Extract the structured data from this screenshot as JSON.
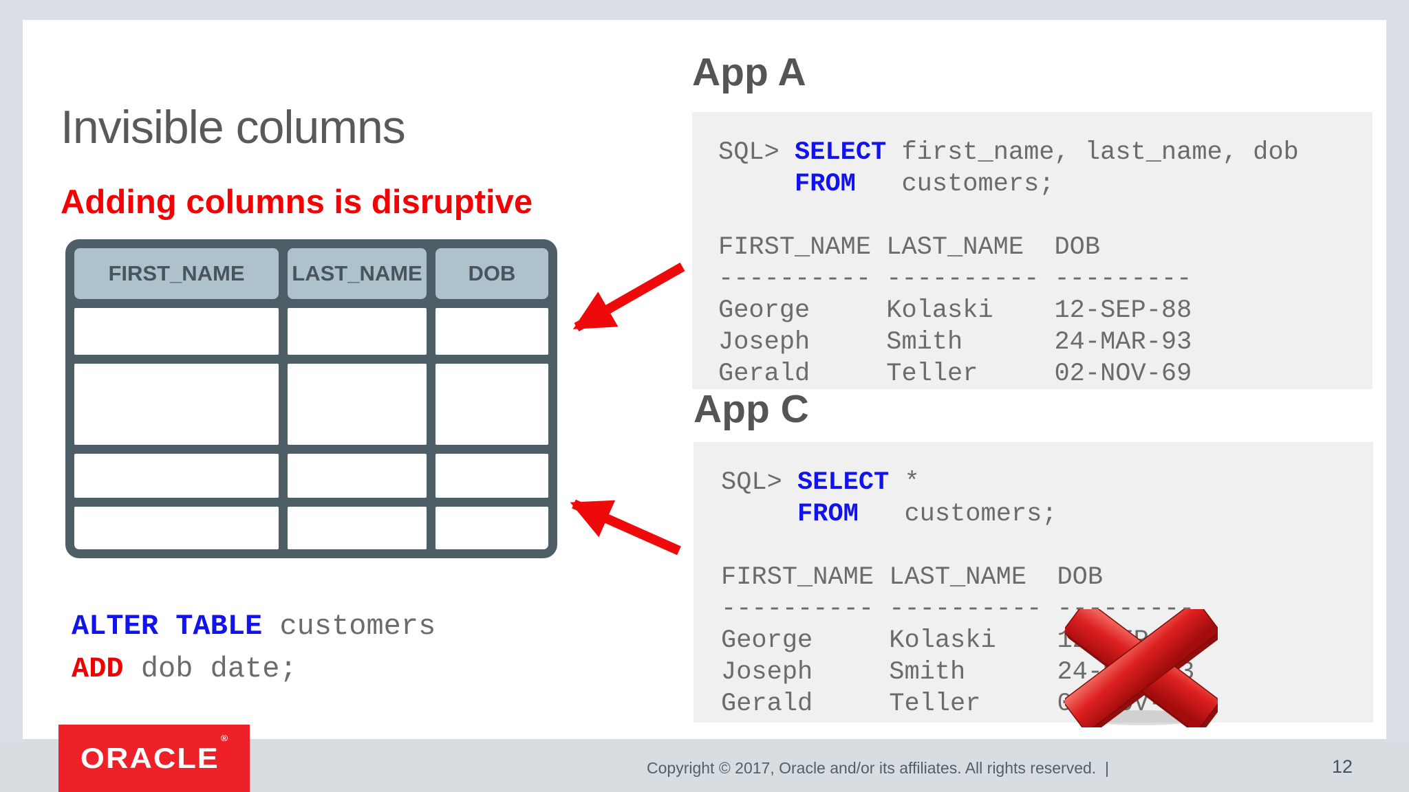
{
  "slide": {
    "title": "Invisible columns",
    "subtitle": "Adding columns is disruptive",
    "footer_copyright": "Copyright © 2017, Oracle and/or its affiliates. All rights reserved.  |",
    "page_number": "12",
    "logo_text": "ORACLE",
    "logo_registered": "®"
  },
  "diagram_table": {
    "columns": [
      "FIRST_NAME",
      "LAST_NAME",
      "DOB"
    ],
    "empty_rows": 4
  },
  "alter": {
    "code": [
      [
        [
          "kw",
          "ALTER TABLE"
        ],
        [
          "p",
          " customers"
        ]
      ],
      [
        [
          "kwr",
          "ADD"
        ],
        [
          "p",
          " dob date;"
        ]
      ]
    ]
  },
  "app_a": {
    "label": "App A",
    "code": [
      [
        [
          "p",
          "SQL> "
        ],
        [
          "kw",
          "SELECT"
        ],
        [
          "p",
          " first_name, last_name, dob"
        ]
      ],
      [
        [
          "p",
          "     "
        ],
        [
          "kw",
          "FROM"
        ],
        [
          "p",
          "   customers;"
        ]
      ],
      [
        [
          "p",
          ""
        ]
      ],
      [
        [
          "p",
          "FIRST_NAME LAST_NAME  DOB"
        ]
      ],
      [
        [
          "p",
          "---------- ---------- ---------"
        ]
      ],
      [
        [
          "p",
          "George     Kolaski    12-SEP-88"
        ]
      ],
      [
        [
          "p",
          "Joseph     Smith      24-MAR-93"
        ]
      ],
      [
        [
          "p",
          "Gerald     Teller     02-NOV-69"
        ]
      ]
    ]
  },
  "app_c": {
    "label": "App C",
    "code": [
      [
        [
          "p",
          "SQL> "
        ],
        [
          "kw",
          "SELECT"
        ],
        [
          "p",
          " *"
        ]
      ],
      [
        [
          "p",
          "     "
        ],
        [
          "kw",
          "FROM"
        ],
        [
          "p",
          "   customers;"
        ]
      ],
      [
        [
          "p",
          ""
        ]
      ],
      [
        [
          "p",
          "FIRST_NAME LAST_NAME  DOB"
        ]
      ],
      [
        [
          "p",
          "---------- ---------- ---------"
        ]
      ],
      [
        [
          "p",
          "George     Kolaski    12-SEP-88"
        ]
      ],
      [
        [
          "p",
          "Joseph     Smith      24-MAR-93"
        ]
      ],
      [
        [
          "p",
          "Gerald     Teller     02-NOV-69"
        ]
      ]
    ]
  },
  "icons": {
    "red_x": "rejected-x-icon",
    "arrow_upper": "red-arrow-to-table-icon",
    "arrow_lower": "red-arrow-to-table-icon"
  },
  "colors": {
    "frame_bg": "#dadee7",
    "footer_bg": "#d7dde1",
    "code_bg": "#f0f0f1",
    "keyword_blue": "#1212ee",
    "keyword_red": "#f20000",
    "subtitle_red": "#f50003",
    "table_border": "#4e5e66",
    "table_header_bg": "#adc2ca",
    "oracle_red": "#ee2129",
    "arrow_red": "#ee0a0a"
  }
}
